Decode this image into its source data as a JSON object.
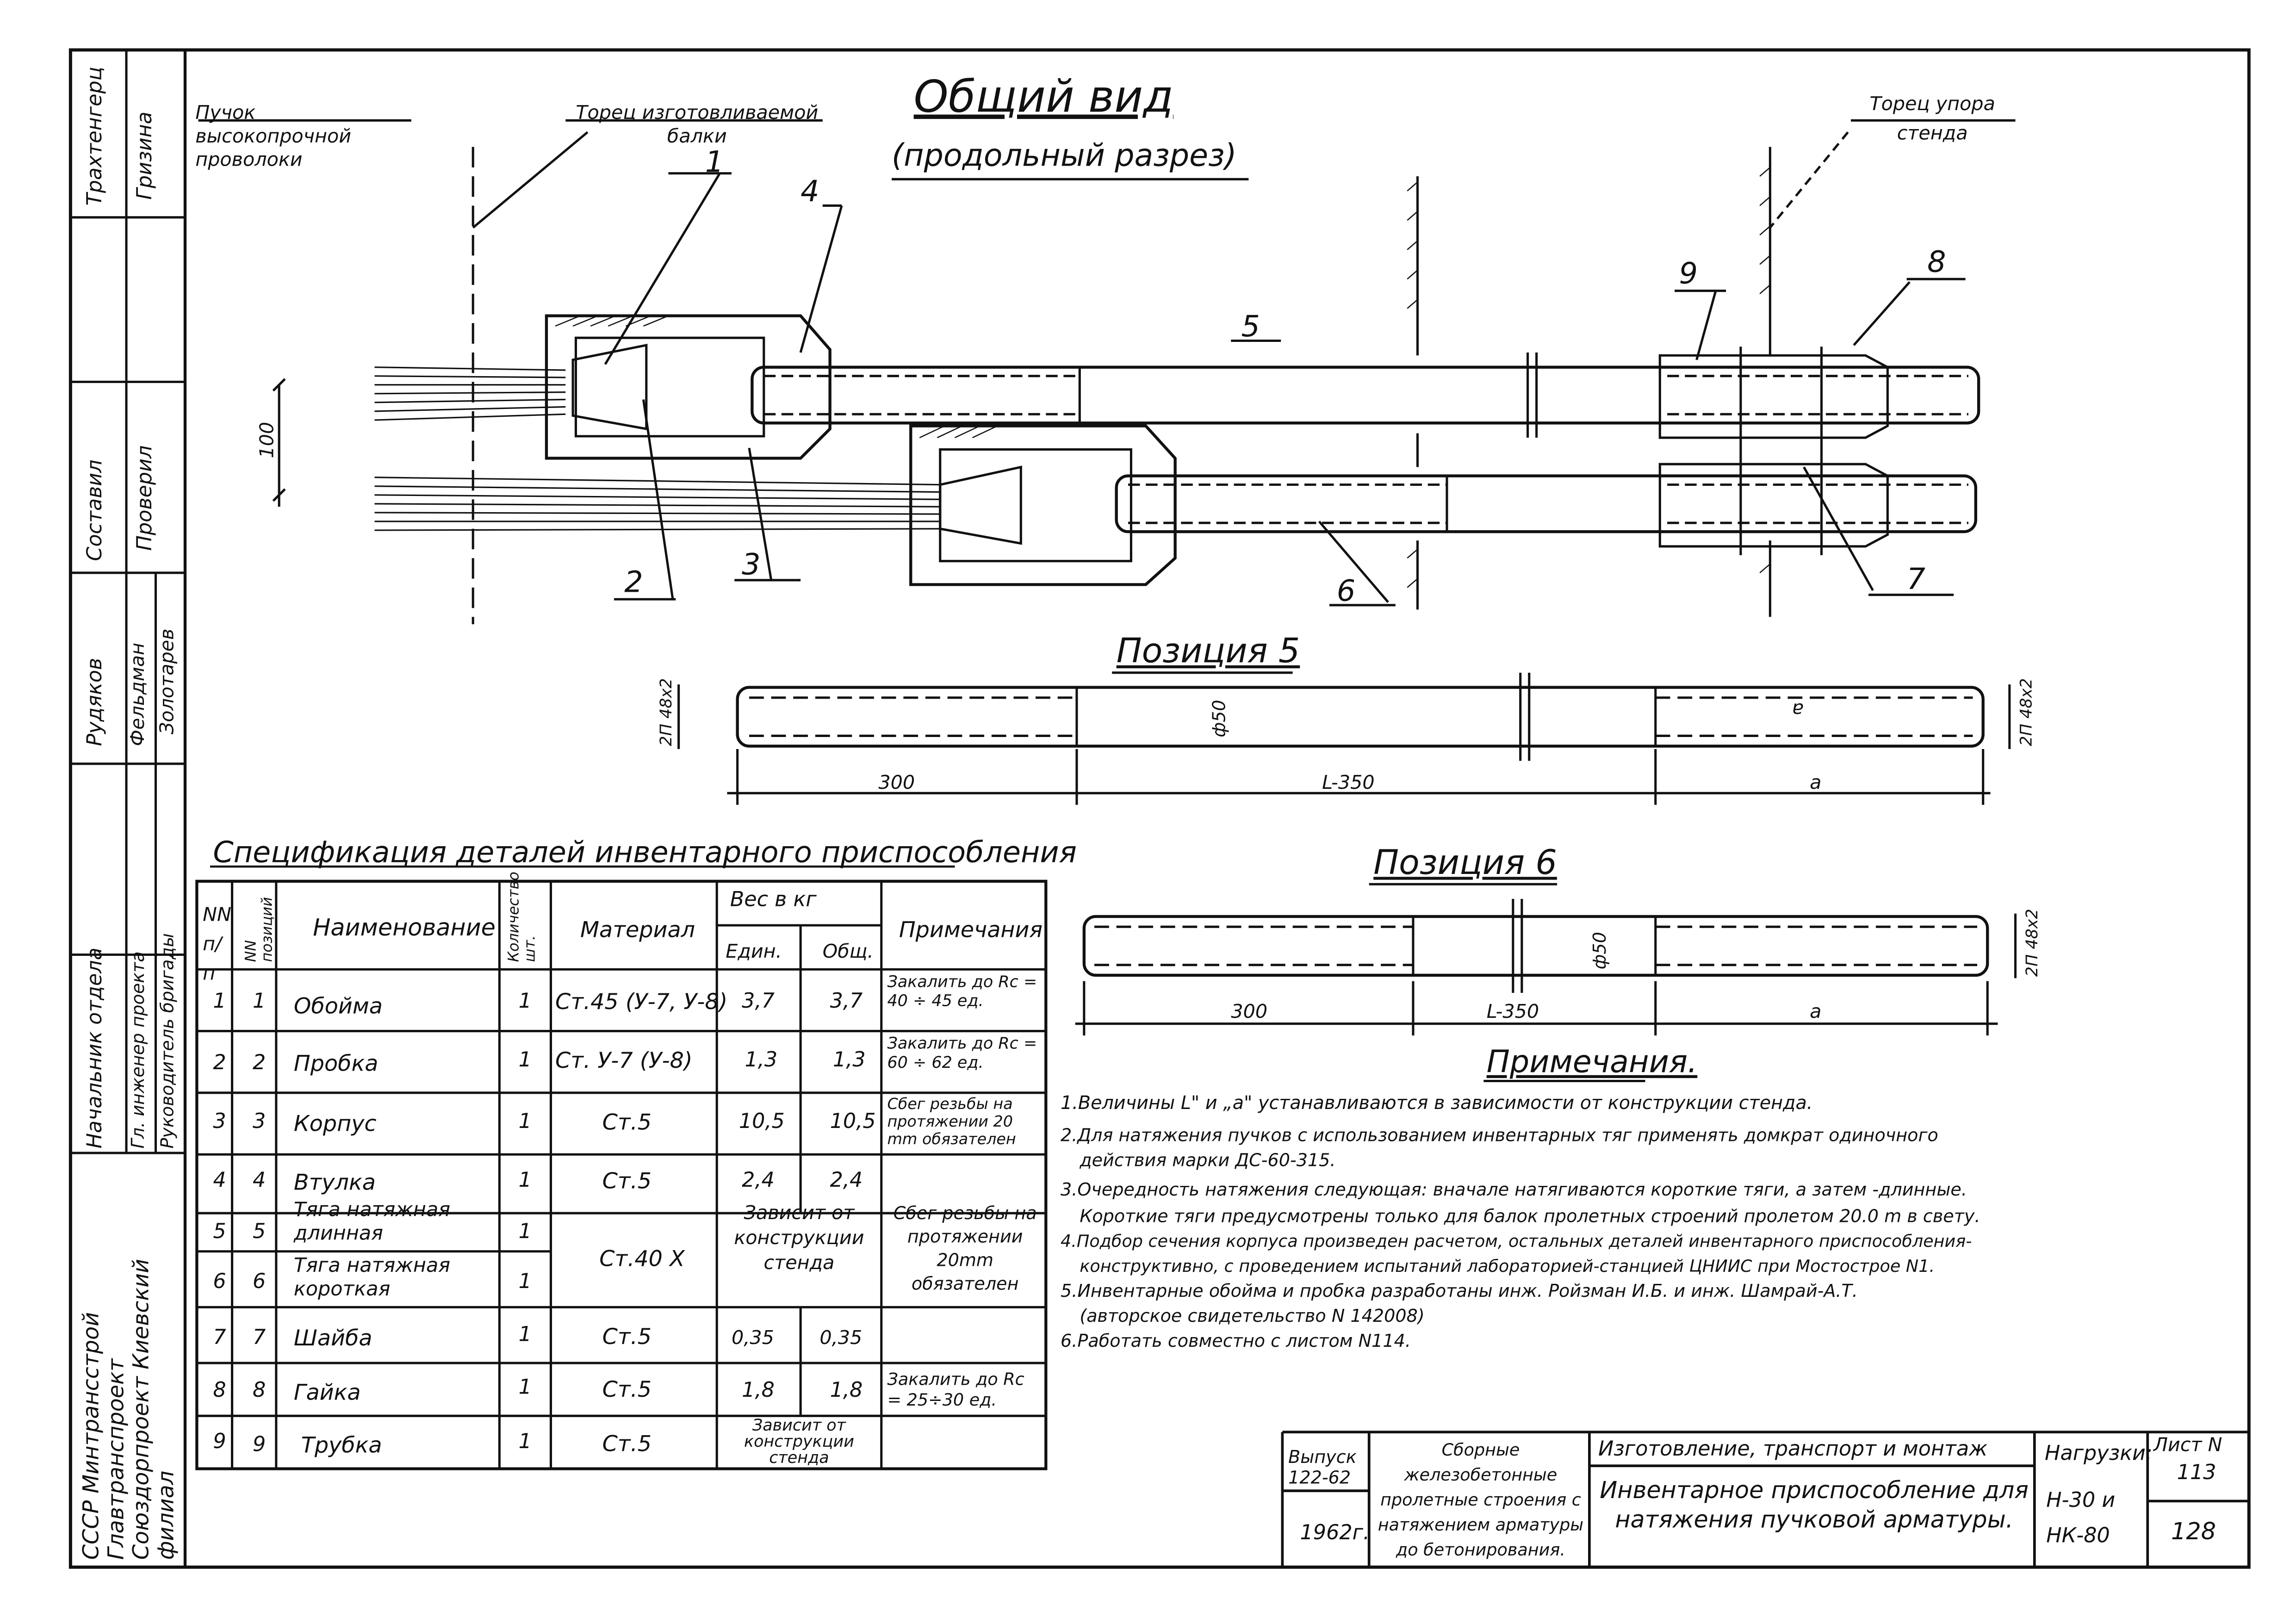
{
  "sidebar": {
    "org": "СССР Минтрансстрой Главтранспроект Союздорпроект Киевский филиал",
    "r1": "Трахтенгерц",
    "r2": "Гризина",
    "r3": "Составил",
    "r4": "Проверил",
    "r5": "Рудяков",
    "r6": "Фельдман",
    "r7": "Золотарев",
    "r8": "Начальник отдела",
    "r9": "Гл. инженер проекта",
    "r10": "Руководитель бригады"
  },
  "drawing": {
    "bundle": "Пучок высокопрочной проволоки",
    "beam_end": "Торец изготовливаемой балки",
    "title": "Общий вид",
    "subtitle": "(продольный разрез)",
    "stop_end": "Торец упора стенда",
    "c1": "1",
    "c2": "2",
    "c3": "3",
    "c4": "4",
    "c5": "5",
    "c6": "6",
    "c7": "7",
    "c8": "8",
    "c9": "9",
    "dim100": "100"
  },
  "pos5": {
    "title": "Позиция 5",
    "thread": "2П 48х2",
    "diameter": "ф50",
    "d1": "300",
    "d2": "L-350",
    "d3": "a"
  },
  "pos6": {
    "title": "Позиция 6",
    "thread": "2П 48х2",
    "diameter": "ф50",
    "d1": "300",
    "d2": "L-350",
    "d3": "a"
  },
  "notes": {
    "title": "Примечания.",
    "n1": "1.Величины L\" и „a\" устанавливаются в зависимости от конструкции стенда.",
    "n2a": "2.Для натяжения пучков с использованием инвентарных тяг применять домкрат одиночного",
    "n2b": "действия марки ДС-60-315.",
    "n3a": "3.Очередность натяжения следующая: вначале натягиваются короткие тяги, а затем -длинные.",
    "n3b": "Короткие тяги предусмотрены только для балок пролетных строений пролетом 20.0 m в свету.",
    "n4a": "4.Подбор сечения корпуса произведен расчетом, остальных деталей инвентарного приспособления-",
    "n4b": "конструктивно, с проведением испытаний лабораторией-станцией ЦНИИС при Мостострое N1.",
    "n5a": "5.Инвентарные обойма и пробка разработаны инж. Ройзман И.Б. и инж. Шамрай-А.Т.",
    "n5b": "(авторское свидетельство N 142008)",
    "n6": "6.Работать совместно с листом N114."
  },
  "spec": {
    "title": "Спецификация деталей инвентарного приспособления",
    "h_nn": "NN п/п",
    "h_pos": "NN позиций",
    "h_name": "Наименование",
    "h_qty": "Количество шт.",
    "h_mat": "Материал",
    "h_weight": "Вес в кг",
    "h_unit": "Един.",
    "h_total": "Общ.",
    "h_note": "Примечания",
    "rows": [
      {
        "nn": "1",
        "pos": "1",
        "name": "Обойма",
        "qty": "1",
        "mat": "Ст.45 (У-7, У-8)",
        "unit": "3,7",
        "total": "3,7",
        "note": "Закалить до Rc = 40 ÷ 45 ед."
      },
      {
        "nn": "2",
        "pos": "2",
        "name": "Пробка",
        "qty": "1",
        "mat": "Ст. У-7 (У-8)",
        "unit": "1,3",
        "total": "1,3",
        "note": "Закалить до Rc = 60 ÷ 62 ед."
      },
      {
        "nn": "3",
        "pos": "3",
        "name": "Корпус",
        "qty": "1",
        "mat": "Ст.5",
        "unit": "10,5",
        "total": "10,5",
        "note": "Сбег резьбы на протяжении 20 mm обязателен"
      },
      {
        "nn": "4",
        "pos": "4",
        "name": "Втулка",
        "qty": "1",
        "mat": "Ст.5",
        "unit": "2,4",
        "total": "2,4"
      },
      {
        "nn": "5",
        "pos": "5",
        "name": "Тяга натяжная длинная",
        "qty": "1"
      },
      {
        "nn": "6",
        "pos": "6",
        "name": "Тяга натяжная короткая",
        "qty": "1"
      },
      {
        "nn": "7",
        "pos": "7",
        "name": "Шайба",
        "qty": "1",
        "mat": "Ст.5",
        "unit": "0,35",
        "total": "0,35"
      },
      {
        "nn": "8",
        "pos": "8",
        "name": "Гайка",
        "qty": "1",
        "mat": "Ст.5",
        "unit": "1,8",
        "total": "1,8",
        "note": "Закалить до Rc = 25÷30 ед."
      },
      {
        "nn": "9",
        "pos": "9",
        "name": "Трубка",
        "qty": "1",
        "mat": "Ст.5",
        "weight": "Зависит от конструкции стенда"
      }
    ],
    "merged_mat": "Ст.40 Х",
    "merged_weight": "Зависит от конструкции стенда",
    "merged_note": "Сбег резьбы на протяжении 20mm обязателен"
  },
  "titleblock": {
    "issue": "Выпуск 122-62",
    "year": "1962г.",
    "series": "Сборные железобетонные пролетные строения с натяжением арматуры до бетонирования.",
    "section": "Изготовление, транспорт и монтаж",
    "drawing_title": "Инвентарное приспособление для натяжения пучковой арматуры.",
    "loads_label": "Нагрузки:",
    "loads": "Н-30 и НК-80",
    "sheet_label": "Лист N",
    "sheet_no": "113",
    "page_no": "128"
  }
}
